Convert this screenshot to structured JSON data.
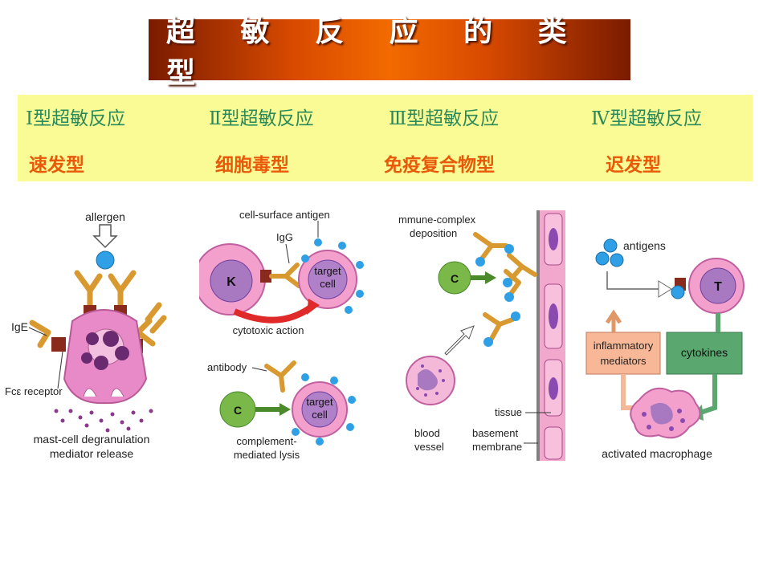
{
  "title": "超 敏 反 应 的 类 型",
  "types": [
    {
      "name": "Ⅰ型超敏反应",
      "alias": "速发型"
    },
    {
      "name": "Ⅱ型超敏反应",
      "alias": "细胞毒型"
    },
    {
      "name": "Ⅲ型超敏反应",
      "alias": "免疫复合物型"
    },
    {
      "name": "Ⅳ型超敏反应",
      "alias": "迟发型"
    }
  ],
  "panel1": {
    "allergen": "allergen",
    "ige": "IgE",
    "fce_receptor": "Fcε receptor",
    "caption1": "mast-cell degranulation",
    "caption2": "mediator release"
  },
  "panel2": {
    "cell_surface_antigen": "cell-surface antigen",
    "igg": "IgG",
    "k_cell": "K",
    "target1a": "target",
    "target1b": "cell",
    "cytotoxic_action": "cytotoxic action",
    "antibody": "antibody",
    "complement": "C",
    "target2a": "target",
    "target2b": "cell",
    "complement_lysis1": "complement-",
    "complement_lysis2": "mediated lysis"
  },
  "panel3": {
    "immune_complex1": "mmune-complex",
    "immune_complex2": "deposition",
    "complement": "C",
    "blood1": "blood",
    "blood2": "vessel",
    "tissue": "tissue",
    "basement1": "basement",
    "basement2": "membrane"
  },
  "panel4": {
    "antigens": "antigens",
    "t_cell": "T",
    "inflammatory1": "inflammatory",
    "inflammatory2": "mediators",
    "cytokines": "cytokines",
    "activated_macrophage": "activated macrophage"
  }
}
